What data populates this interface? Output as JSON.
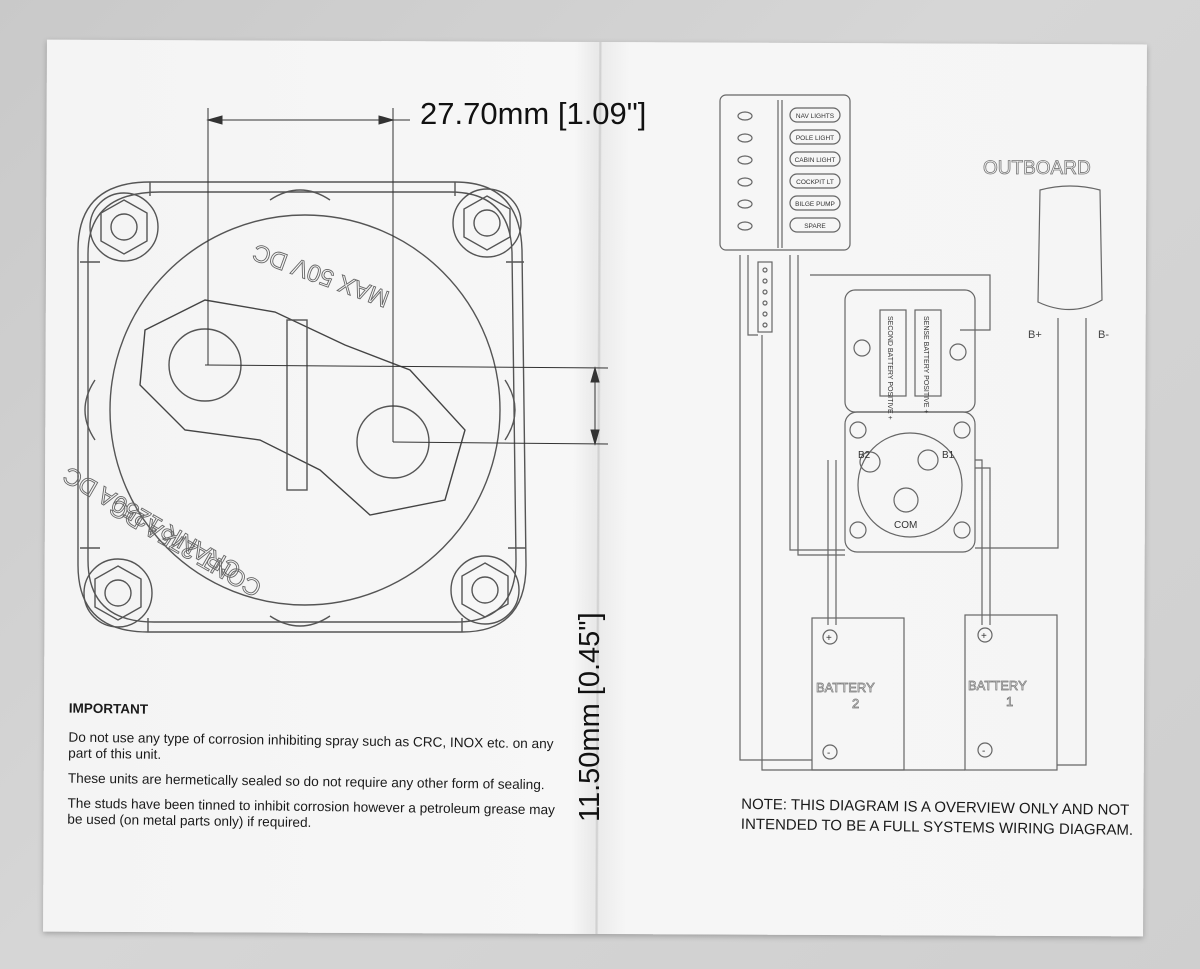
{
  "dimensions": {
    "width_label": "27.70mm [1.09\"]",
    "height_label": "11.50mm [0.45\"]"
  },
  "switch_markings": {
    "top_text": "MAX 50V DC",
    "bottom_line1": "CRANK 1250A DC",
    "bottom_line2": "CONT 275A DC"
  },
  "important": {
    "heading": "IMPORTANT",
    "paragraphs": [
      "Do not use any type of corrosion inhibiting spray such as CRC, INOX etc. on any part of this unit.",
      "These units are hermetically sealed so do not require any other form of sealing.",
      "The studs have been tinned to inhibit corrosion however a petroleum grease may be used (on metal parts only) if required."
    ]
  },
  "wiring": {
    "panel_switches": [
      "NAV LIGHTS",
      "POLE LIGHT",
      "CABIN LIGHT",
      "COCKPIT LT",
      "BILGE PUMP",
      "SPARE"
    ],
    "outboard": "OUTBOARD",
    "b_plus": "B+",
    "b_minus": "B-",
    "sense_label": "SENSE BATTERY POSITIVE +",
    "second_label": "SECOND BATTERY POSITIVE +",
    "terminal_b2": "B2",
    "terminal_b1": "B1",
    "terminal_com": "COM",
    "battery2_label": "BATTERY",
    "battery2_num": "2",
    "battery1_label": "BATTERY",
    "battery1_num": "1",
    "plus": "+",
    "minus": "-"
  },
  "note": "NOTE: THIS DIAGRAM IS A OVERVIEW ONLY AND NOT INTENDED TO BE A FULL SYSTEMS WIRING DIAGRAM."
}
